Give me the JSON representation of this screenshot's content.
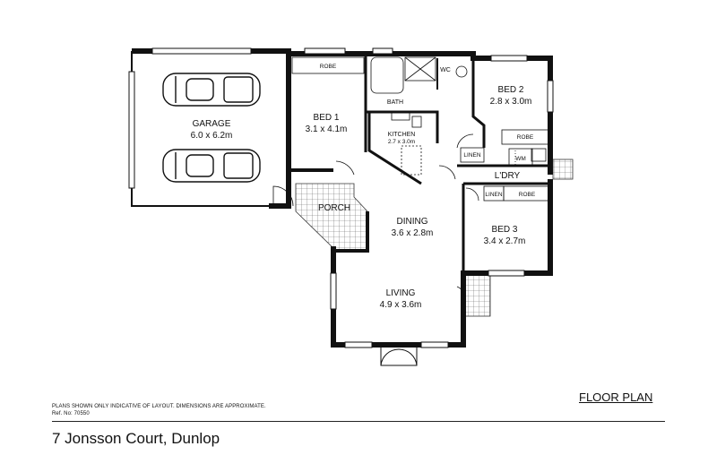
{
  "rooms": {
    "garage": {
      "name": "GARAGE",
      "dim": "6.0 x 6.2m"
    },
    "bed1": {
      "name": "BED 1",
      "dim": "3.1 x 4.1m"
    },
    "bed2": {
      "name": "BED 2",
      "dim": "2.8 x 3.0m"
    },
    "bed3": {
      "name": "BED 3",
      "dim": "3.4 x 2.7m"
    },
    "kitchen": {
      "name": "KITCHEN",
      "dim": "2.7 x 3.0m"
    },
    "dining": {
      "name": "DINING",
      "dim": "3.6 x 2.8m"
    },
    "living": {
      "name": "LIVING",
      "dim": "4.9 x 3.6m"
    },
    "porch": {
      "name": "PORCH"
    },
    "bath": {
      "name": "BATH"
    },
    "wc": {
      "name": "WC"
    },
    "ldry": {
      "name": "L'DRY"
    },
    "wm": {
      "name": "WM"
    }
  },
  "fixtures": {
    "robe_bed1": "ROBE",
    "robe_bed2": "ROBE",
    "robe_bed3": "ROBE",
    "linen_hall": "LINEN",
    "linen_bed3": "LINEN"
  },
  "footer": {
    "disclaimer": "PLANS SHOWN ONLY INDICATIVE OF LAYOUT.  DIMENSIONS ARE APPROXIMATE.",
    "ref": "Ref. No: 70550",
    "floor_plan_title": "FLOOR PLAN",
    "address": "7 Jonsson Court, Dunlop"
  },
  "colors": {
    "wall": "#111111",
    "paving": "#555555",
    "background": "#ffffff"
  }
}
